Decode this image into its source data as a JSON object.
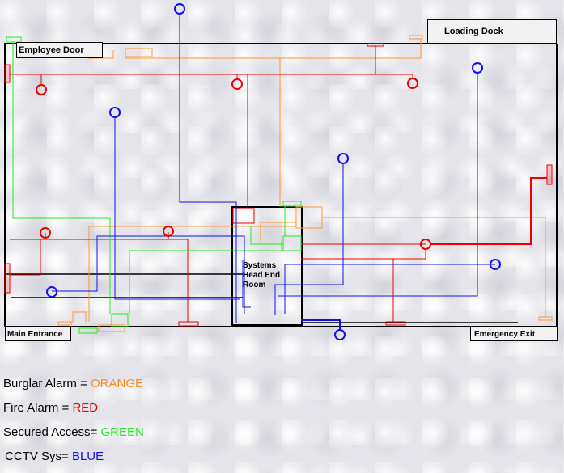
{
  "labels": {
    "employee_door": "Employee Door",
    "loading_dock": "Loading Dock",
    "main_entrance": "Main Entrance",
    "emergency_exit": "Emergency Exit",
    "head_end_room": [
      "Systems",
      "Head End",
      "Room"
    ]
  },
  "legend": [
    {
      "name": "Burglar Alarm",
      "sep": " = ",
      "color_word": "ORANGE"
    },
    {
      "name": "Fire Alarm",
      "sep": " = ",
      "color_word": "RED"
    },
    {
      "name": "Secured Access",
      "sep": "= ",
      "color_word": "GREEN"
    },
    {
      "name": "CCTV Sys",
      "sep": "= ",
      "color_word": "BLUE"
    }
  ],
  "colors": {
    "burglar": "#ff9933",
    "fire": "#ee0000",
    "access": "#22ee22",
    "cctv": "#1111ee",
    "outline": "#000000"
  }
}
